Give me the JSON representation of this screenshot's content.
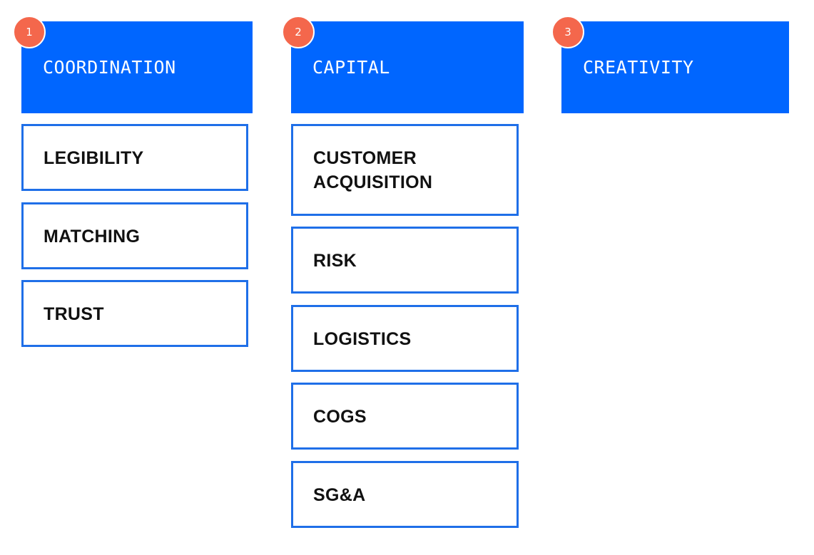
{
  "columns": [
    {
      "number": "1",
      "title": "COORDINATION",
      "items": [
        "LEGIBILITY",
        "MATCHING",
        "TRUST"
      ]
    },
    {
      "number": "2",
      "title": "CAPITAL",
      "items": [
        "CUSTOMER ACQUISITION",
        "RISK",
        "LOGISTICS",
        "COGS",
        "SG&A"
      ]
    },
    {
      "number": "3",
      "title": "CREATIVITY",
      "items": []
    }
  ],
  "colors": {
    "header_blue": "#0066ff",
    "card_border": "#1f6fe8",
    "badge": "#f4674c"
  }
}
